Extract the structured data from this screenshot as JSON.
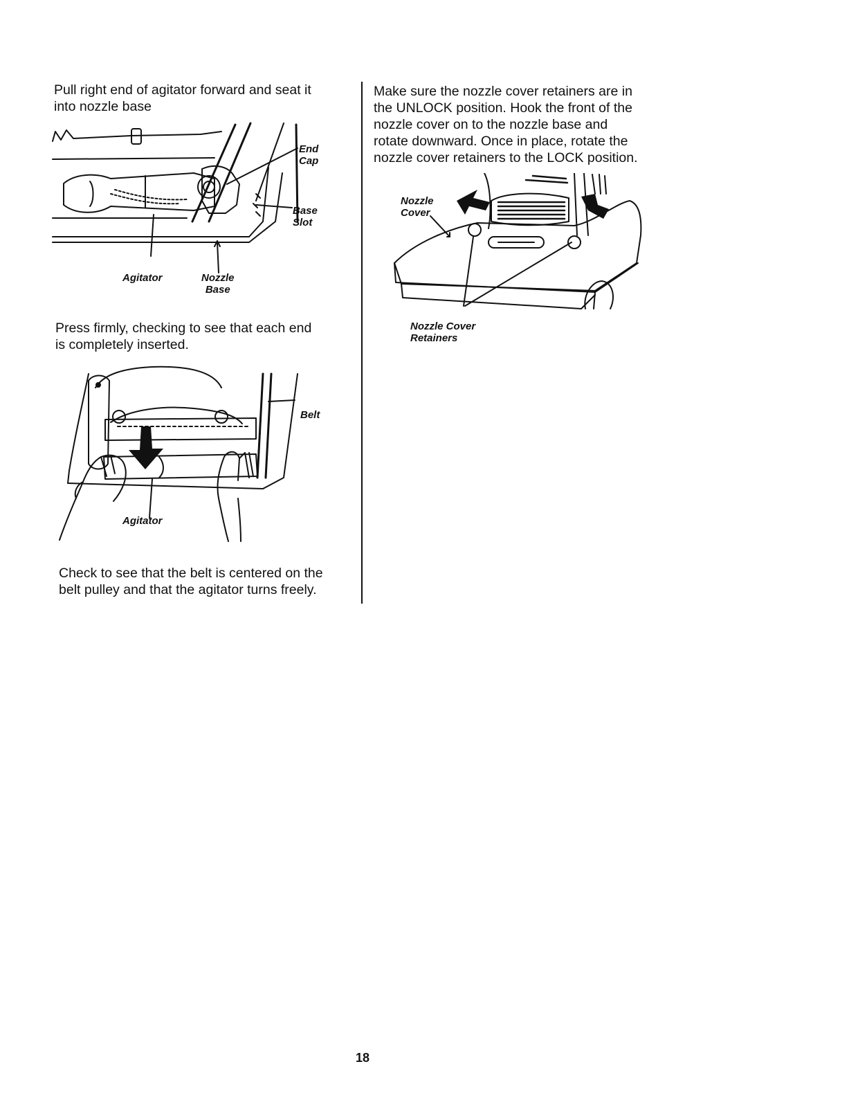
{
  "left_column": {
    "step1_lines": [
      "Pull right end of agitator forward and seat it",
      "into nozzle base"
    ],
    "fig1_labels": {
      "end_cap": [
        "End",
        "Cap"
      ],
      "base_slot": [
        "Base",
        "Slot"
      ],
      "agitator": "Agitator",
      "nozzle_base": [
        "Nozzle",
        "Base"
      ]
    },
    "step2_lines": [
      "Press firmly, checking to see that each end",
      "is completely inserted."
    ],
    "fig2_labels": {
      "belt": "Belt",
      "agitator": "Agitator"
    },
    "step3_lines": [
      "Check to see that the belt is centered on the",
      "belt pulley and that the agitator turns freely."
    ]
  },
  "right_column": {
    "step_lines": [
      "Make sure the nozzle cover retainers are in",
      "the UNLOCK position.  Hook the front of the",
      "nozzle cover on to the nozzle base and",
      "rotate downward.  Once in place, rotate the",
      "nozzle cover retainers to the LOCK position."
    ],
    "fig3_labels": {
      "nozzle_cover": [
        "Nozzle",
        "Cover"
      ],
      "retainers": [
        "Nozzle Cover",
        "Retainers"
      ]
    }
  },
  "page_number": "18"
}
